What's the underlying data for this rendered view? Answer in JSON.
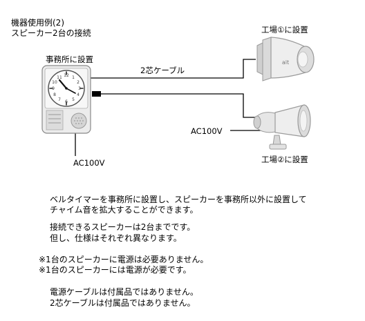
{
  "header": {
    "line1": "機器使用例(2)",
    "line2": "スピーカー2台の接続"
  },
  "labels": {
    "office_unit": "事務所に設置",
    "factory1": "工場①に設置",
    "factory2": "工場②に設置",
    "cable": "2芯ケーブル",
    "ac_speaker": "AC100V",
    "ac_unit": "AC100V",
    "speaker_badge": "ait"
  },
  "description": {
    "p1_line1": "ベルタイマーを事務所に設置し、スピーカーを事務所以外に設置して",
    "p1_line2": "チャイム音を拡大することができます。",
    "p2_line1": "接続できるスピーカーは2台までです。",
    "p2_line2": "但し、仕様はそれぞれ異なります。",
    "note1": "※1台のスピーカーに電源は必要ありません。",
    "note2": "※1台のスピーカーには電源が必要です。",
    "p3_line1": "電源ケーブルは付属品ではありません。",
    "p3_line2": "2芯ケーブルは付属品ではありません。"
  },
  "colors": {
    "line": "#000000",
    "device_fill": "#e9e9e9",
    "device_stroke": "#9a9a9a"
  }
}
